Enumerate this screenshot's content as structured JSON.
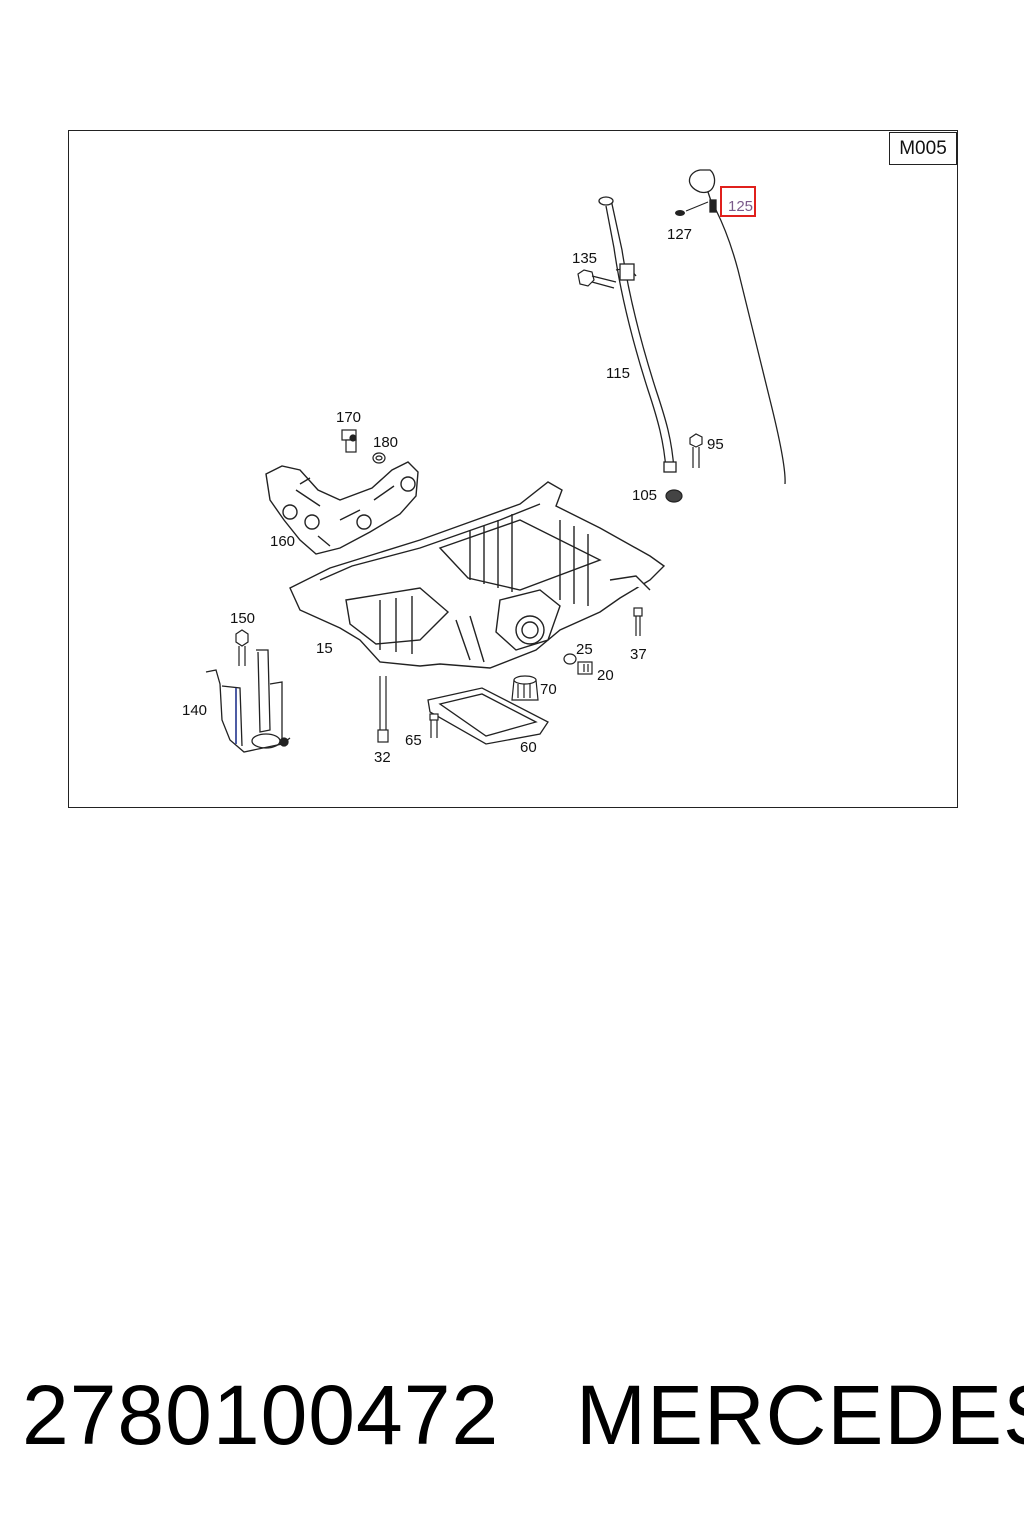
{
  "diagram": {
    "code": "M005",
    "highlighted_part": "125",
    "callouts": {
      "c125": "125",
      "c127": "127",
      "c135": "135",
      "c115": "115",
      "c170": "170",
      "c180": "180",
      "c95": "95",
      "c105": "105",
      "c160": "160",
      "c150": "150",
      "c15": "15",
      "c25": "25",
      "c37": "37",
      "c20": "20",
      "c70": "70",
      "c140": "140",
      "c65": "65",
      "c60": "60",
      "c32": "32"
    },
    "colors": {
      "line": "#222222",
      "highlight": "#e0201c",
      "accent_blue": "#3a4a9a"
    }
  },
  "footer": {
    "part_number": "2780100472",
    "brand": "MERCEDES"
  }
}
